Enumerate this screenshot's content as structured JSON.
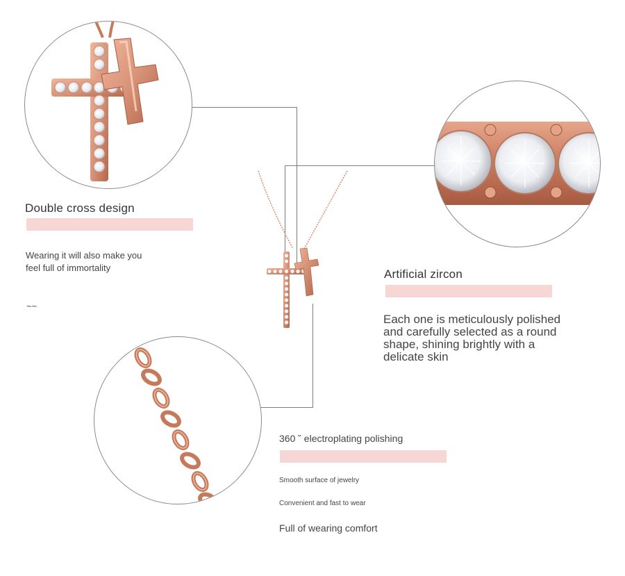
{
  "features": {
    "double_cross": {
      "title": "Double cross design",
      "description": "Wearing it will also make you feel full of immortality",
      "tilde": "~~"
    },
    "zircon": {
      "title": "Artificial zircon",
      "description": "Each one is meticulously polished and carefully selected as a round shape, shining brightly with a delicate skin"
    },
    "electroplating": {
      "title": "360 ˘ electroplating polishing",
      "line1": "Smooth surface of jewelry",
      "line2": "Convenient and fast to wear",
      "line3": "Full of wearing comfort"
    }
  },
  "colors": {
    "rose_gold": "#d9957a",
    "rose_gold_dark": "#b5664a",
    "accent_band": "#f7d6d6",
    "connector_line": "#7d7d7d"
  },
  "icons": [
    "cross-pendant-icon",
    "zircon-stone-icon",
    "chain-link-icon"
  ]
}
